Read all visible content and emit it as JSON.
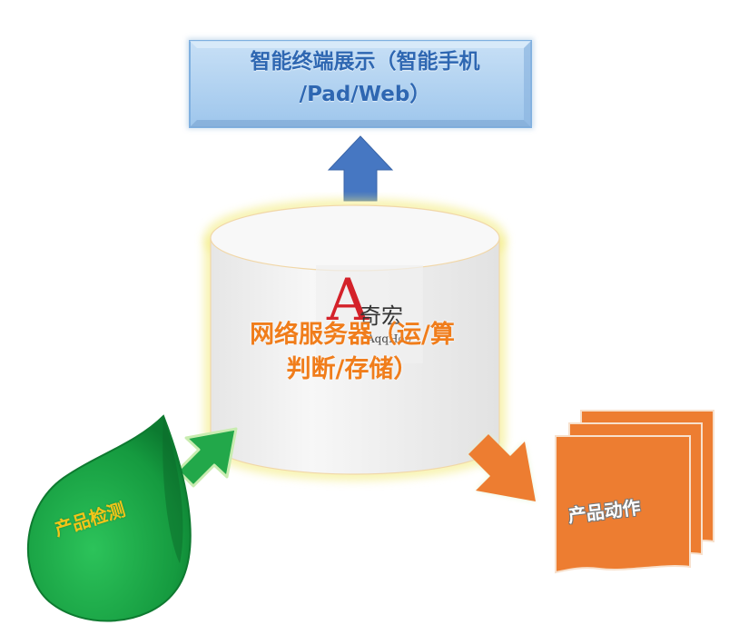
{
  "diagram": {
    "top_box": {
      "line1": "智能终端展示（智能手机",
      "line2": "/Pad/Web）"
    },
    "server": {
      "line1": "网络服务器（运/算",
      "line2": "判断/存储）"
    },
    "detect": {
      "label": "产品检测"
    },
    "action": {
      "label": "产品动作"
    }
  },
  "watermark": {
    "glyph": "A",
    "cn": "奇宏",
    "en": "AqqHoo"
  },
  "colors": {
    "top_box": "#a9ceef",
    "top_text": "#2e67b2",
    "up_arrow": "#4677c2",
    "cylinder": "#f2f2f2",
    "cylinder_glow": "#f3eb7a",
    "server_text": "#f07d1b",
    "detect_green": "#1eab4b",
    "detect_text": "#f2c519",
    "action_orange": "#ed7d31",
    "arrow_green": "#22a84a"
  }
}
